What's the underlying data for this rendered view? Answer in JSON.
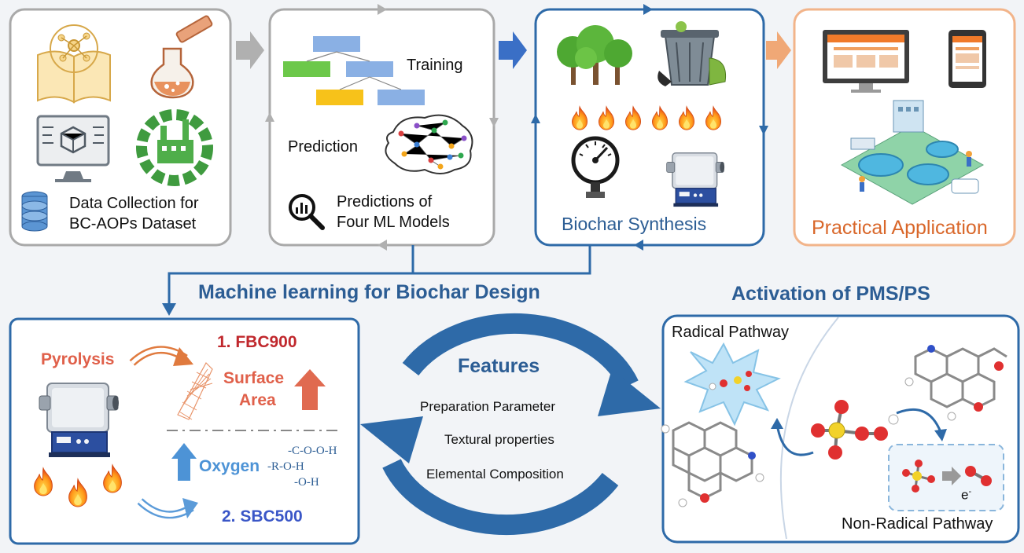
{
  "colors": {
    "gray_box": "#a9a9a9",
    "blue_box": "#2e6aa8",
    "orange_box": "#f2b48a",
    "dark_blue_text": "#2c5d94",
    "orange_text": "#d9672a",
    "red_text": "#c0282d",
    "salmon_text": "#e0604a",
    "oxygen_blue": "#4d93d6",
    "sbc_blue": "#3a56c7"
  },
  "top_row": {
    "data_collection": {
      "title_line1": "Data Collection for",
      "title_line2": "BC-AOPs Dataset",
      "icons": [
        "book-network-icon",
        "flask-icon",
        "monitor-cube-icon",
        "factory-gear-icon",
        "database-icon"
      ]
    },
    "ml_training": {
      "training_label": "Training",
      "prediction_label": "Prediction",
      "predictions_line1": "Predictions of",
      "predictions_line2": "Four ML Models",
      "icons": [
        "decision-tree-icon",
        "brain-network-icon",
        "magnifier-chart-icon"
      ]
    },
    "biochar_synthesis": {
      "title": "Biochar Synthesis",
      "icons": [
        "trees-icon",
        "trash-can-icon",
        "flame-icon",
        "pressure-gauge-icon",
        "furnace-icon"
      ]
    },
    "practical_application": {
      "title": "Practical Application",
      "icons": [
        "desktop-monitor-icon",
        "tablet-icon",
        "water-treatment-plant-icon"
      ]
    }
  },
  "bottom_row": {
    "section_title_left": "Machine learning for Biochar Design",
    "section_title_right": "Activation of PMS/PS",
    "biochar_design": {
      "pyrolysis": "Pyrolysis",
      "fbc": "1. FBC900",
      "surface_line1": "Surface",
      "surface_line2": "Area",
      "oxygen": "Oxygen",
      "group1": "-C-O-O-H",
      "group2": "-R-O-H",
      "group3": "-O-H",
      "sbc": "2. SBC500",
      "icons": [
        "furnace-icon",
        "flame-icon",
        "graphene-cone-icon",
        "up-arrow-icon"
      ]
    },
    "features": {
      "title": "Features",
      "items": [
        "Preparation Parameter",
        "Textural properties",
        "Elemental Composition"
      ]
    },
    "activation": {
      "radical": "Radical Pathway",
      "non_radical": "Non-Radical Pathway",
      "electron": "e",
      "electron_sup": "-",
      "icons": [
        "radical-burst-icon",
        "graphene-molecule-icon",
        "pms-molecule-icon"
      ]
    }
  }
}
